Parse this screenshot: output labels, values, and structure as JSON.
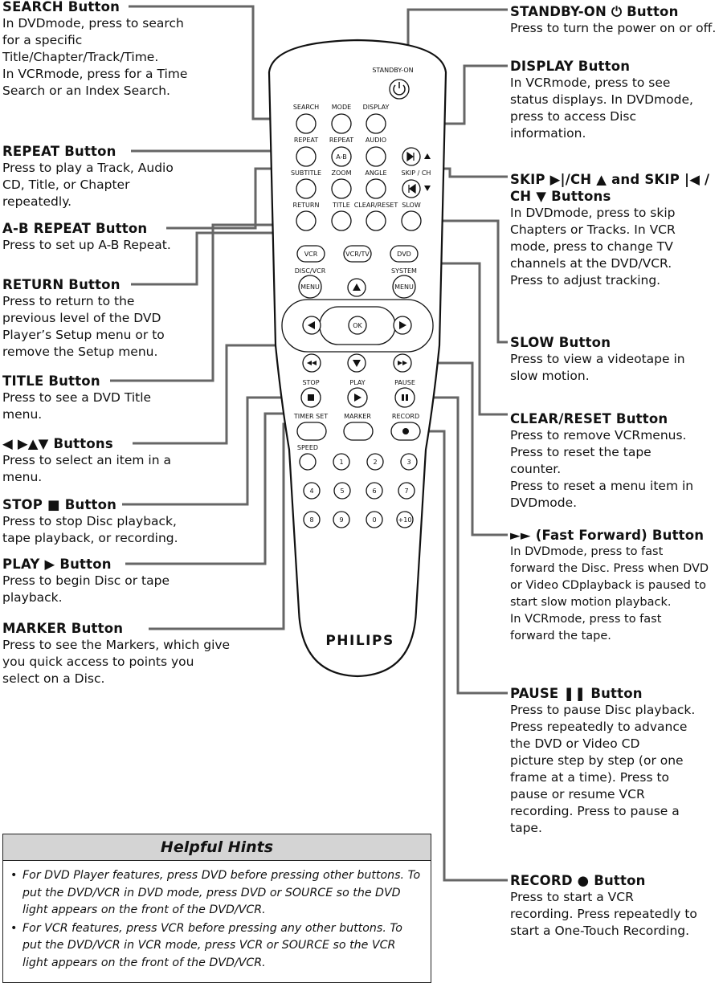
{
  "annotations_left": [
    {
      "title": "SEARCH Button",
      "text": "In DVDmode, press to search\nfor a specific\nTitle/Chapter/Track/Time.\nIn VCRmode, press for a Time\nSearch or an Index Search."
    },
    {
      "title": "REPEAT Button",
      "text": "Press to play a Track, Audio\nCD, Title, or Chapter\nrepeatedly."
    },
    {
      "title": "A-B REPEAT Button",
      "text": "Press to set up A-B Repeat."
    },
    {
      "title": "RETURN Button",
      "text": "Press to return to the\nprevious level of the DVD\nPlayer’s Setup menu or to\nremove the Setup menu."
    },
    {
      "title": "TITLE Button",
      "text": "Press to see a DVD Title\nmenu."
    },
    {
      "title": "◀ ▶▲▼ Buttons",
      "text": "Press to select an item in a\nmenu."
    },
    {
      "title": "STOP ■ Button",
      "text": "Press to stop Disc playback,\ntape playback, or recording."
    },
    {
      "title": "PLAY ▶ Button",
      "text": "Press to begin Disc or tape\nplayback."
    },
    {
      "title": "MARKER Button",
      "text": "Press to see the Markers, which give\nyou quick access to points you\nselect on a Disc."
    }
  ],
  "annotations_right": [
    {
      "title": "STANDBY-ON ⏻ Button",
      "text": "Press to turn the power on or off."
    },
    {
      "title": "DISPLAY Button",
      "text": "In VCRmode, press to see\nstatus displays. In DVDmode,\npress to access Disc\ninformation."
    },
    {
      "title": "SKIP ▶|/CH ▲ and SKIP |◀ /\nCH ▼ Buttons",
      "text": "In DVDmode, press to skip\nChapters or Tracks. In VCR\nmode, press to change TV\nchannels at the DVD/VCR.\nPress to adjust tracking."
    },
    {
      "title": "SLOW Button",
      "text": "Press to view a videotape in\nslow motion."
    },
    {
      "title": "CLEAR/RESET Button",
      "text": "Press to remove VCRmenus.\nPress to reset the tape\ncounter.\nPress to reset a menu item in\nDVDmode."
    },
    {
      "title": "►► (Fast Forward) Button",
      "text": "In DVDmode, press to fast\nforward the Disc. Press when DVD\nor Video CDplayback is paused to\nstart slow motion playback.\nIn VCRmode, press to fast\nforward the tape."
    },
    {
      "title": "PAUSE ❚❚ Button",
      "text": "Press to pause Disc playback.\nPress repeatedly to advance\nthe DVD or Video CD\npicture step by step (or one\nframe at a time). Press to\npause or resume VCR\nrecording. Press to pause a\ntape."
    },
    {
      "title": "RECORD ● Button",
      "text": "Press to start a VCR\nrecording. Press repeatedly to\nstart a One-Touch Recording."
    }
  ],
  "remote": {
    "brand": "PHILIPS",
    "labels": {
      "standby": "STANDBY-ON",
      "search": "SEARCH",
      "mode": "MODE",
      "display": "DISPLAY",
      "repeat": "REPEAT",
      "repeat_ab": "REPEAT",
      "audio": "AUDIO",
      "subtitle": "SUBTITLE",
      "zoom": "ZOOM",
      "angle": "ANGLE",
      "skip_ch": "SKIP / CH",
      "return": "RETURN",
      "title": "TITLE",
      "clear_reset": "CLEAR/RESET",
      "slow": "SLOW",
      "disc_vcr": "DISC/VCR",
      "system": "SYSTEM",
      "stop": "STOP",
      "play": "PLAY",
      "pause": "PAUSE",
      "timer_set": "TIMER SET",
      "marker": "MARKER",
      "record": "RECORD",
      "speed": "SPEED"
    },
    "button_text": {
      "ab": "A-B",
      "vcr": "VCR",
      "vcr_tv": "VCR/TV",
      "dvd": "DVD",
      "menu_left": "MENU",
      "menu_right": "MENU",
      "ok": "OK",
      "num1": "1",
      "num2": "2",
      "num3": "3",
      "num4": "4",
      "num5": "5",
      "num6": "6",
      "num7": "7",
      "num8": "8",
      "num9": "9",
      "num0": "0",
      "plus10": "+10"
    }
  },
  "hints": {
    "title": "Helpful Hints",
    "items": [
      "For DVD Player features, press DVD before pressing other buttons. To put the DVD/VCR in DVD mode, press DVD or SOURCE so the DVD light appears on the front of the DVD/VCR.",
      "For VCR features, press VCR before pressing any other buttons. To put the DVD/VCR in VCR mode, press VCR or SOURCE so the VCR light appears on the front of the DVD/VCR."
    ]
  }
}
